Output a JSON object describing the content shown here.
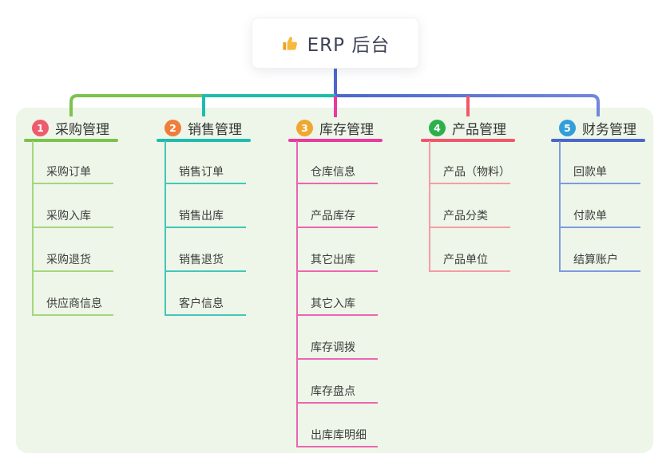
{
  "root": {
    "label": "ERP 后台",
    "icon": "thumbs-up-icon",
    "icon_color": "#f6b93b",
    "icon_dark_color": "#eda020"
  },
  "panel": {
    "background": "#edf6e8"
  },
  "connector_colors": {
    "root_line": "#4a67cb",
    "bus_blue_end": "#7286dd"
  },
  "branches": [
    {
      "badge": "1",
      "label": "采购管理",
      "badge_color": "#ee5b6c",
      "line_color": "#7cc24f",
      "child_line_color": "#a6d67f",
      "children": [
        "采购订单",
        "采购入库",
        "采购退货",
        "供应商信息"
      ]
    },
    {
      "badge": "2",
      "label": "销售管理",
      "badge_color": "#ef7e3c",
      "line_color": "#1fbcae",
      "child_line_color": "#45c6ba",
      "children": [
        "销售订单",
        "销售出库",
        "销售退货",
        "客户信息"
      ]
    },
    {
      "badge": "3",
      "label": "库存管理",
      "badge_color": "#f0a732",
      "line_color": "#e93a9d",
      "child_line_color": "#ee64b2",
      "children": [
        "仓库信息",
        "产品库存",
        "其它出库",
        "其它入库",
        "库存调拨",
        "库存盘点",
        "出库库明细"
      ]
    },
    {
      "badge": "4",
      "label": "产品管理",
      "badge_color": "#2db04b",
      "line_color": "#f2566b",
      "child_line_color": "#f79ba6",
      "children": [
        "产品（物料）",
        "产品分类",
        "产品单位"
      ]
    },
    {
      "badge": "5",
      "label": "财务管理",
      "badge_color": "#339fd9",
      "line_color": "#4a67cb",
      "child_line_color": "#7e9ae2",
      "children": [
        "回款单",
        "付款单",
        "结算账户"
      ]
    }
  ]
}
